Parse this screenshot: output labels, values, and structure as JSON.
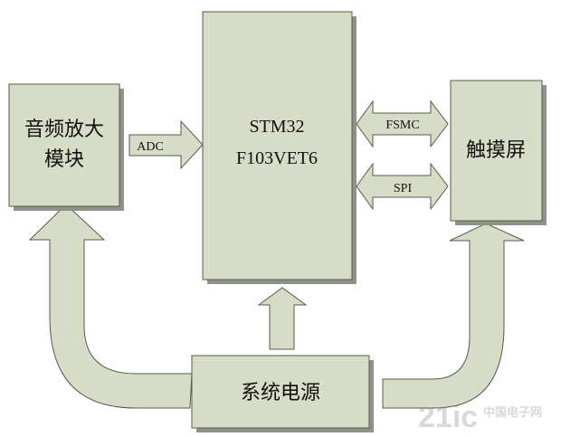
{
  "blocks": {
    "audio_amp": {
      "line1": "音频放大",
      "line2": "模块"
    },
    "mcu": {
      "line1": "STM32",
      "line2": "F103VET6"
    },
    "touchscreen": {
      "label": "触摸屏"
    },
    "power": {
      "label": "系统电源"
    }
  },
  "links": {
    "adc": "ADC",
    "fsmc": "FSMC",
    "spi": "SPI"
  },
  "watermark": {
    "text": "21ic",
    "sub": "中国电子网"
  },
  "colors": {
    "fill": "#d7dcc7",
    "stroke": "#555a4c",
    "shadow": "#8f9289"
  }
}
